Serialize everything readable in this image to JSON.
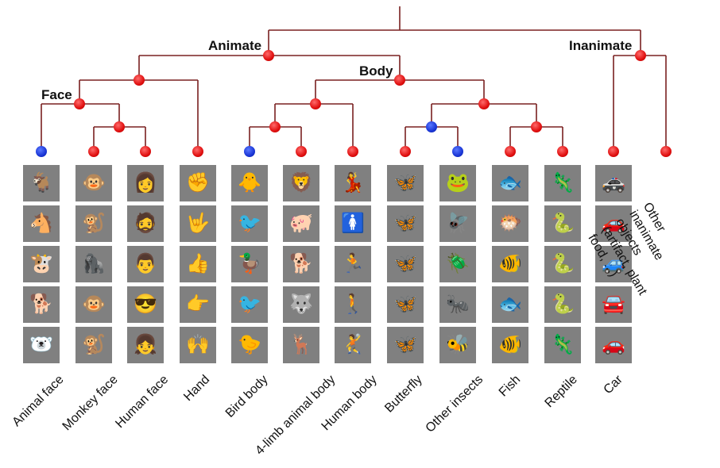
{
  "labels": {
    "animate": "Animate",
    "inanimate": "Inanimate",
    "body": "Body",
    "face": "Face",
    "other": "Other\ninanimate\nobjects\n(artifact, plant\nfood, ...)"
  },
  "columns": [
    {
      "label": "Animal face",
      "icons": [
        "goat-face",
        "horse-face",
        "cow-face",
        "dog-face",
        "polar-bear-face"
      ],
      "glyphs": [
        "🐐",
        "🐴",
        "🐮",
        "🐕",
        "🐻‍❄️"
      ]
    },
    {
      "label": "Monkey face",
      "icons": [
        "monkey-face",
        "monkey-face",
        "chimp-face",
        "monkey-face",
        "monkey-face"
      ],
      "glyphs": [
        "🐵",
        "🐒",
        "🦍",
        "🐵",
        "🐒"
      ]
    },
    {
      "label": "Human face",
      "icons": [
        "woman-face",
        "man-face",
        "man-face",
        "man-face",
        "child-face"
      ],
      "glyphs": [
        "👩",
        "🧔",
        "👨",
        "😎",
        "👧"
      ]
    },
    {
      "label": "Hand",
      "icons": [
        "fist",
        "hand-sign",
        "thumbs-up",
        "pointing-hand",
        "hands"
      ],
      "glyphs": [
        "✊",
        "🤟",
        "👍",
        "👉",
        "🙌"
      ]
    },
    {
      "label": "Bird body",
      "icons": [
        "chick",
        "bluebird",
        "duck",
        "bird",
        "chick"
      ],
      "glyphs": [
        "🐥",
        "🐦",
        "🦆",
        "🐦",
        "🐤"
      ]
    },
    {
      "label": "4-limb animal body",
      "icons": [
        "lion",
        "pig",
        "dog",
        "wolf",
        "deer"
      ],
      "glyphs": [
        "🦁",
        "🐖",
        "🐕",
        "🐺",
        "🦌"
      ]
    },
    {
      "label": "Human body",
      "icons": [
        "dancer",
        "woman-figure",
        "runner",
        "walker",
        "runner"
      ],
      "glyphs": [
        "💃",
        "🚺",
        "🏃",
        "🚶",
        "🤾"
      ]
    },
    {
      "label": "Butterfly",
      "icons": [
        "butterfly",
        "moth",
        "butterfly",
        "butterfly",
        "butterfly"
      ],
      "glyphs": [
        "🦋",
        "🦋",
        "🦋",
        "🦋",
        "🦋"
      ]
    },
    {
      "label": "Other insects",
      "icons": [
        "frog",
        "fly",
        "beetle",
        "ant",
        "bee"
      ],
      "glyphs": [
        "🐸",
        "🪰",
        "🪲",
        "🐜",
        "🐝"
      ]
    },
    {
      "label": "Fish",
      "icons": [
        "fish",
        "fish",
        "fish",
        "fish",
        "tropical-fish"
      ],
      "glyphs": [
        "🐟",
        "🐡",
        "🐠",
        "🐟",
        "🐠"
      ]
    },
    {
      "label": "Reptile",
      "icons": [
        "lizard",
        "snake",
        "snake",
        "snake",
        "lizard"
      ],
      "glyphs": [
        "🦎",
        "🐍",
        "🐍",
        "🐍",
        "🦎"
      ]
    },
    {
      "label": "Car",
      "icons": [
        "car",
        "car",
        "jeep",
        "car",
        "car"
      ],
      "glyphs": [
        "🚓",
        "🚗",
        "🚙",
        "🚘",
        "🚗"
      ]
    }
  ],
  "colors": {
    "node_red": "#e01010",
    "node_blue": "#1a36d6",
    "line": "#7a2020",
    "tile": "#808080"
  }
}
